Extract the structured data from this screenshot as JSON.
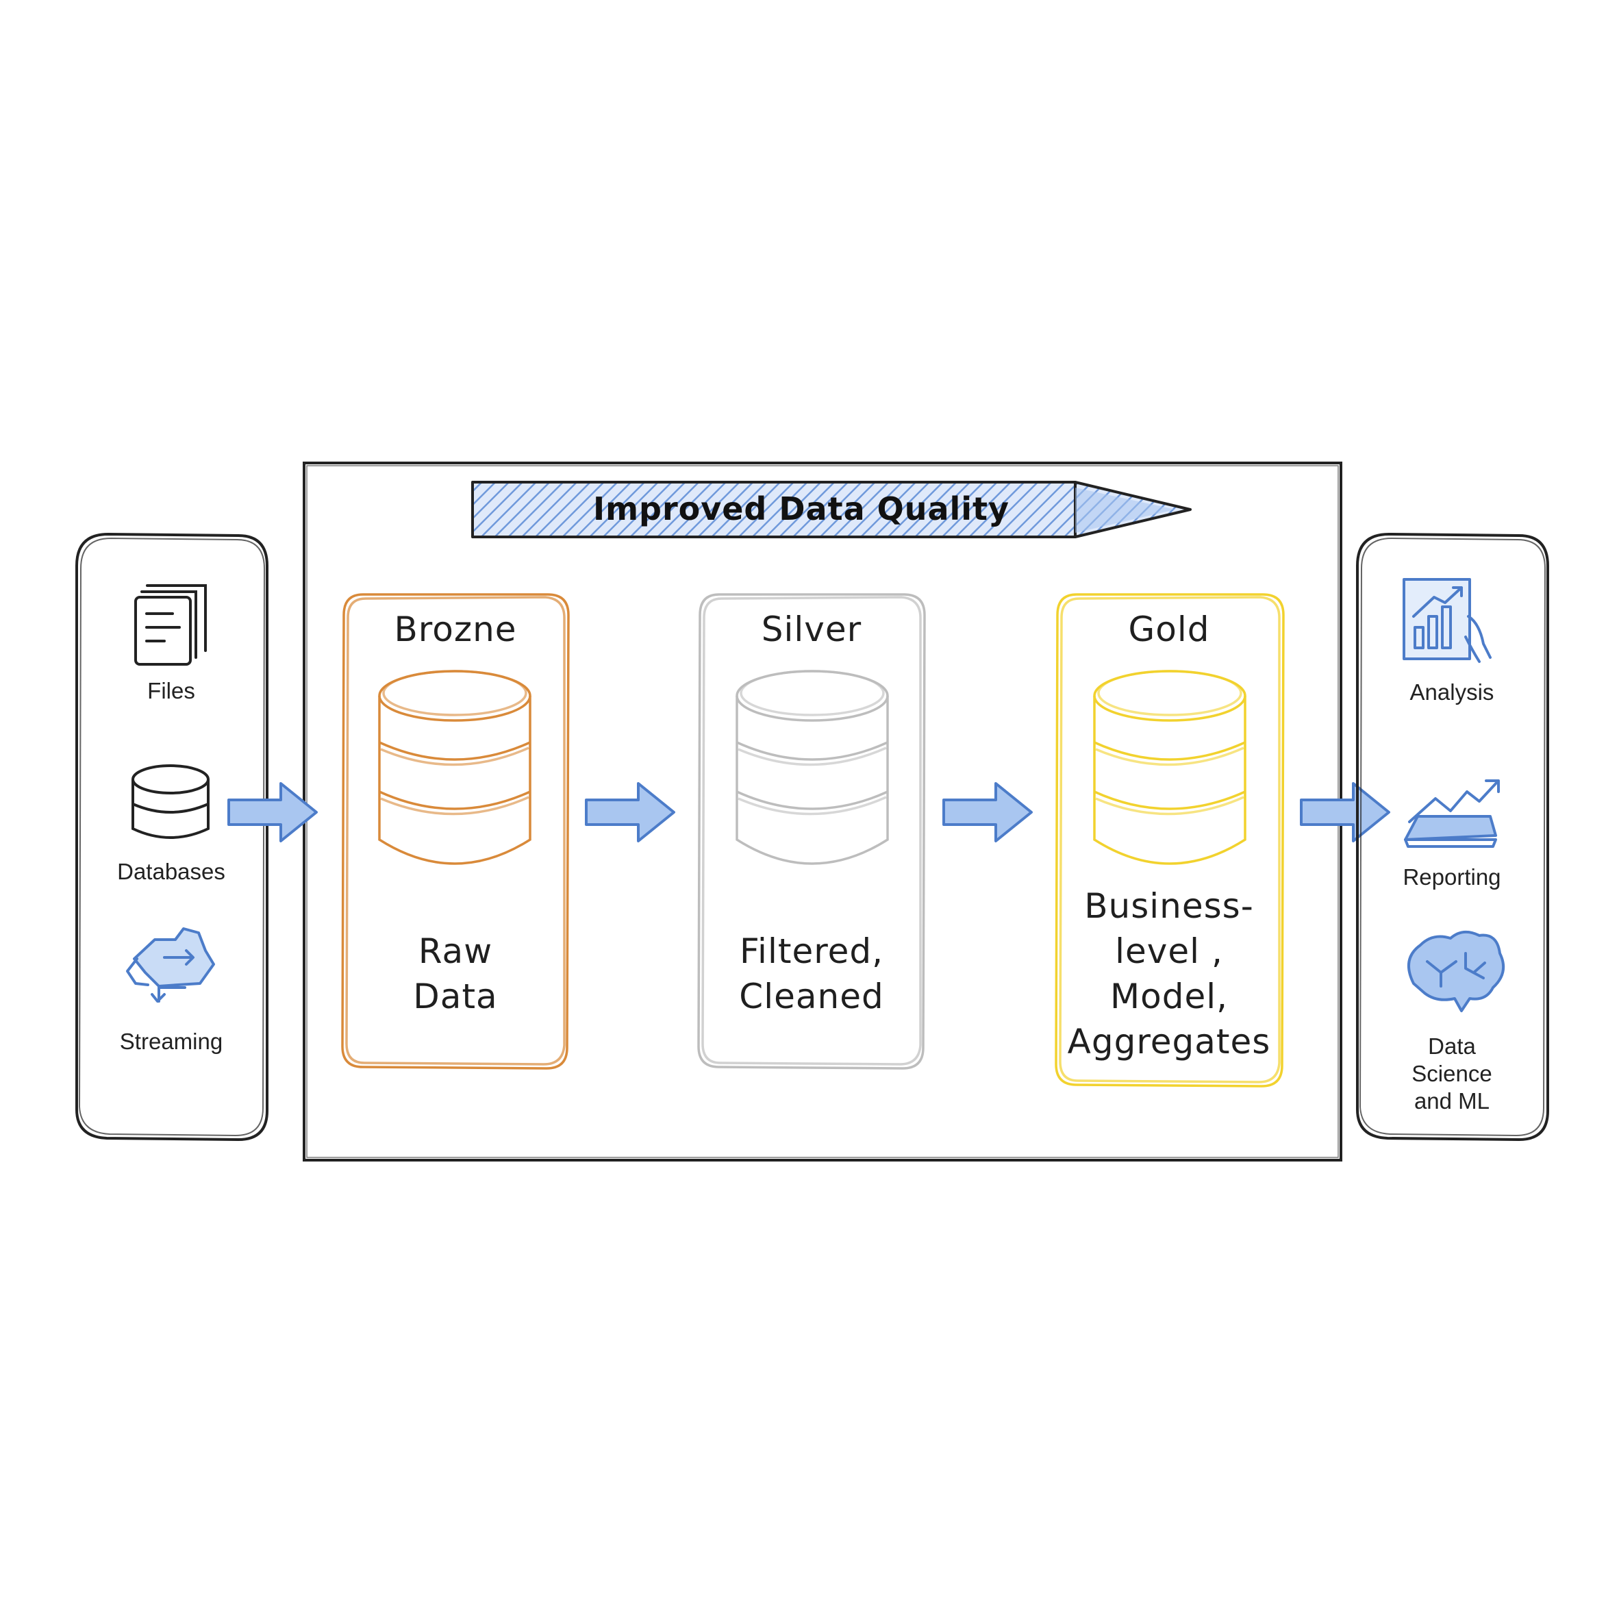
{
  "banner": {
    "label": "Improved Data Quality",
    "color": "#7FA7E0"
  },
  "sources": [
    {
      "label": "Files",
      "icon": "files-icon"
    },
    {
      "label": "Databases",
      "icon": "database-icon"
    },
    {
      "label": "Streaming",
      "icon": "cloud-sync-icon"
    }
  ],
  "layers": [
    {
      "title": "Brozne",
      "lines": [
        "Raw",
        "Data"
      ],
      "color": "#D98A3A",
      "icon": "database-stack-icon"
    },
    {
      "title": "Silver",
      "lines": [
        "Filtered,",
        "Cleaned"
      ],
      "color": "#BDBDBD",
      "icon": "database-stack-icon"
    },
    {
      "title": "Gold",
      "lines": [
        "Business-",
        "level ,",
        "Model,",
        "Aggregates"
      ],
      "color": "#F2D22E",
      "icon": "database-stack-icon"
    }
  ],
  "consumers": [
    {
      "label": "Analysis",
      "icon": "analysis-chart-icon"
    },
    {
      "label": "Reporting",
      "icon": "reporting-trend-icon"
    },
    {
      "label": "Data\nScience\nand ML",
      "lines": [
        "Data",
        "Science",
        "and ML"
      ],
      "icon": "brain-circuit-icon"
    }
  ],
  "colors": {
    "outline": "#222222",
    "arrow_fill": "#A9C6F0",
    "arrow_stroke": "#4C7CC9",
    "icon_blue": "#4C7CC9"
  }
}
